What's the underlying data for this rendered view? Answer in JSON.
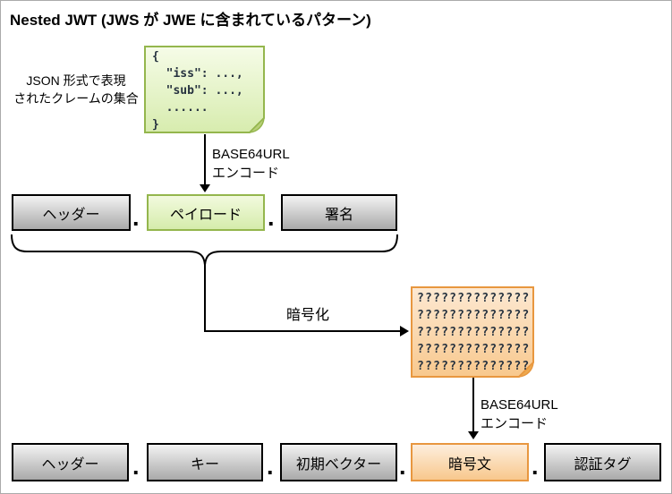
{
  "title": "Nested JWT (JWS が JWE に含まれているパターン)",
  "claims_label": {
    "line1": "JSON 形式で表現",
    "line2": "されたクレームの集合"
  },
  "claims_note": {
    "text": "{\n  \"iss\": ...,\n  \"sub\": ...,\n  ......\n}"
  },
  "encode_top": {
    "line1": "BASE64URL",
    "line2": "エンコード"
  },
  "jws_row": {
    "header": "ヘッダー",
    "payload": "ペイロード",
    "signature": "署名"
  },
  "separator": ".",
  "encrypt_label": "暗号化",
  "cipher_note": {
    "text": "??????????????\n??????????????\n??????????????\n??????????????\n??????????????"
  },
  "encode_bottom": {
    "line1": "BASE64URL",
    "line2": "エンコード"
  },
  "jwe_row": {
    "header": "ヘッダー",
    "key": "キー",
    "iv": "初期ベクター",
    "ciphertext": "暗号文",
    "auth_tag": "認証タグ"
  },
  "colors": {
    "green_border": "#94b64d",
    "green_fill_top": "#f2fade",
    "green_fill_bottom": "#d5ecab",
    "orange_border": "#e8973f",
    "orange_fill_top": "#fdeedd",
    "orange_fill_bottom": "#f8c88d",
    "gray_fill_top": "#f3f3f3",
    "gray_fill_bottom": "#a9a9a9",
    "line_color": "#000000"
  }
}
